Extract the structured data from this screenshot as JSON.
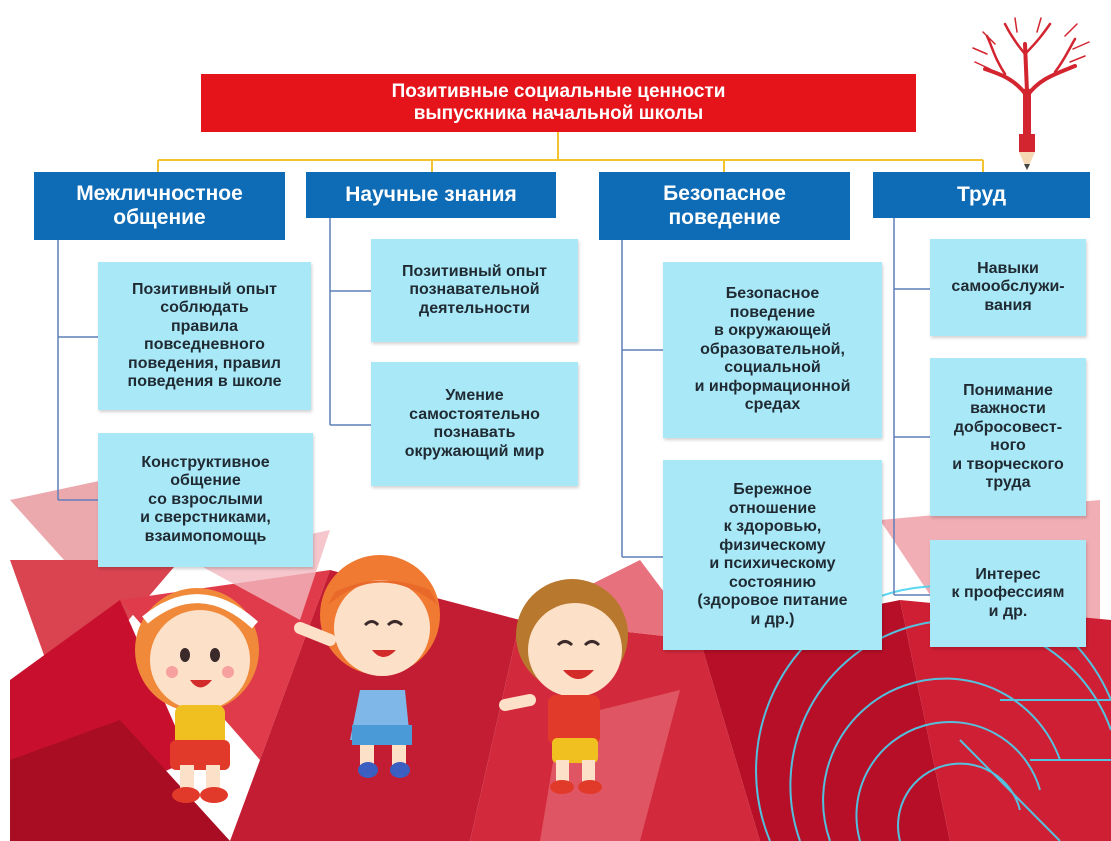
{
  "title": {
    "line1": "Позитивные социальные ценности",
    "line2": "выпускника начальной школы"
  },
  "columns": [
    {
      "header": [
        "Межличностное",
        "общение"
      ],
      "items": [
        [
          "Позитивный опыт",
          "соблюдать",
          "правила",
          "повседневного",
          "поведения, правил",
          "поведения  в школе"
        ],
        [
          "Конструктивное",
          "общение",
          "со взрослыми",
          "и сверстниками,",
          "взаимопомощь"
        ]
      ]
    },
    {
      "header": [
        "Научные знания"
      ],
      "items": [
        [
          "Позитивный  опыт",
          "познавательной",
          "деятельности"
        ],
        [
          "Умение",
          "самостоятельно",
          "познавать",
          "окружающий мир"
        ]
      ]
    },
    {
      "header": [
        "Безопасное",
        "поведение"
      ],
      "items": [
        [
          "Безопасное",
          "поведение",
          "в окружающей",
          "образовательной,",
          "социальной",
          "и информационной",
          "средах"
        ],
        [
          "Бережное",
          "отношение",
          "к здоровью,",
          "физическому",
          "и психическому",
          "состоянию",
          "(здоровое питание",
          "и др.)"
        ]
      ]
    },
    {
      "header": [
        "Труд"
      ],
      "items": [
        [
          "Навыки",
          "самообслужи-",
          "вания"
        ],
        [
          "Понимание",
          "важности",
          "добросовест-",
          "ного",
          "и творческого",
          "труда"
        ],
        [
          "Интерес",
          "к профессиям",
          "и др."
        ]
      ]
    }
  ],
  "colors": {
    "title_bg": "#e5141b",
    "header_bg": "#0e6bb5",
    "item_bg": "#a9e8f6",
    "connector_top": "#f2c230",
    "connector_column": "#5f7fb8",
    "background_red": "#c8102e"
  },
  "illustrations": [
    "brain-tree-pencil-logo",
    "child-girl-headband",
    "child-girl-jumping",
    "child-boy-waving"
  ]
}
